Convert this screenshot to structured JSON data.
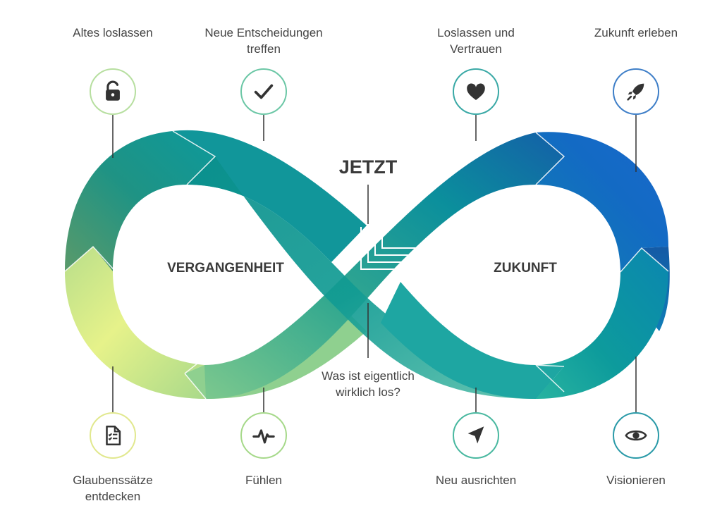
{
  "center": {
    "title": "JETZT",
    "question": "Was ist eigentlich\nwirklich los?"
  },
  "loops": {
    "left": "VERGANGENHEIT",
    "right": "ZUKUNFT"
  },
  "steps": [
    {
      "label": "Altes loslassen",
      "icon": "unlock-icon",
      "ring": "#a9d88f"
    },
    {
      "label": "Neue Entscheidungen\ntreffen",
      "icon": "check-icon",
      "ring": "#5bbf9c"
    },
    {
      "label": "Loslassen und\nVertrauen",
      "icon": "heart-icon",
      "ring": "#3aa9a6"
    },
    {
      "label": "Zukunft erleben",
      "icon": "rocket-icon",
      "ring": "#3f7fc8"
    },
    {
      "label": "Glaubenssätze\nentdecken",
      "icon": "checklist-doc-icon",
      "ring": "#d6e48a"
    },
    {
      "label": "Fühlen",
      "icon": "pulse-icon",
      "ring": "#a6d98a"
    },
    {
      "label": "Neu ausrichten",
      "icon": "navigation-arrow-icon",
      "ring": "#49b8a0"
    },
    {
      "label": "Visionieren",
      "icon": "eye-icon",
      "ring": "#2a9aa8"
    }
  ],
  "colors": {
    "yellow": "#e8f38a",
    "green": "#3ca58a",
    "teal": "#0e9c9c",
    "blue": "#1a62c4",
    "dark_blue": "#135ba8"
  }
}
